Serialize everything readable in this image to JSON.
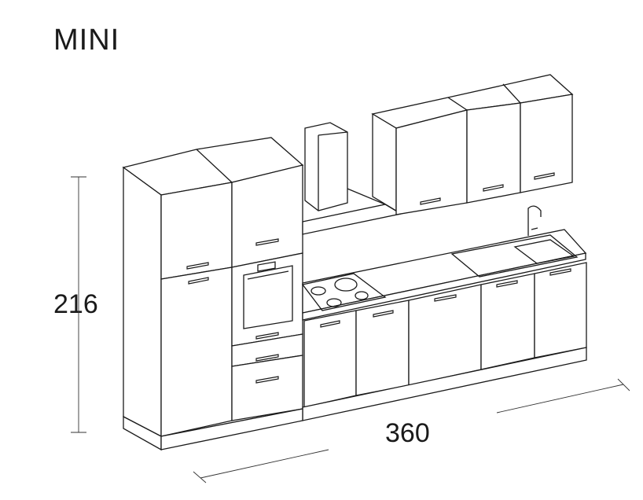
{
  "title": "MINI",
  "dimensions": {
    "height": "216",
    "width": "360"
  },
  "colors": {
    "line": "#1a1a1a",
    "background": "#ffffff"
  }
}
